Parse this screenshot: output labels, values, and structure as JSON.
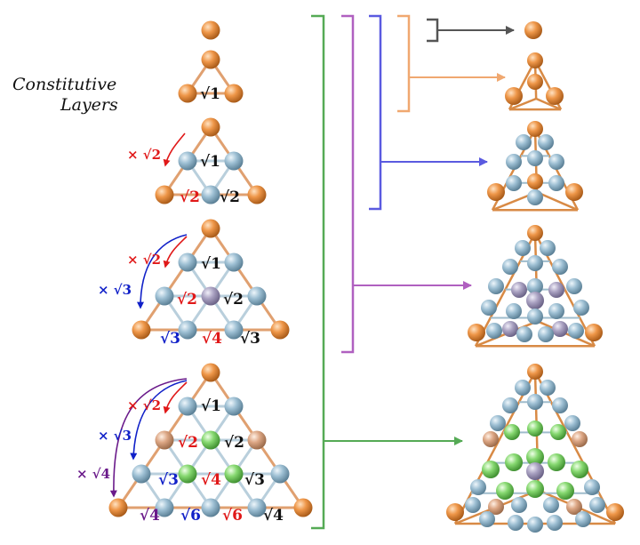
{
  "title": {
    "line1": "Constitutive",
    "line2": "Layers"
  },
  "labels": {
    "r1": "√1",
    "r2": "√2",
    "r3": "√3",
    "r4": "√4",
    "r6": "√6",
    "x2": "× √2",
    "x3": "× √3",
    "x4": "× √4"
  },
  "colors": {
    "orange_atom": "#e8893a",
    "blue_atom": "#8fb3c9",
    "purple_atom": "#a49bb8",
    "green_atom": "#7fd16a",
    "tan_atom": "#d9a07a",
    "red_label": "#e01818",
    "blue_label": "#1020c8",
    "purple_label": "#6a1a8a",
    "black_label": "#111111",
    "bracket_gray": "#555555",
    "bracket_orange": "#f0a870",
    "bracket_blue": "#5a5ae0",
    "bracket_purple": "#b060c0",
    "bracket_green": "#55aa55"
  }
}
